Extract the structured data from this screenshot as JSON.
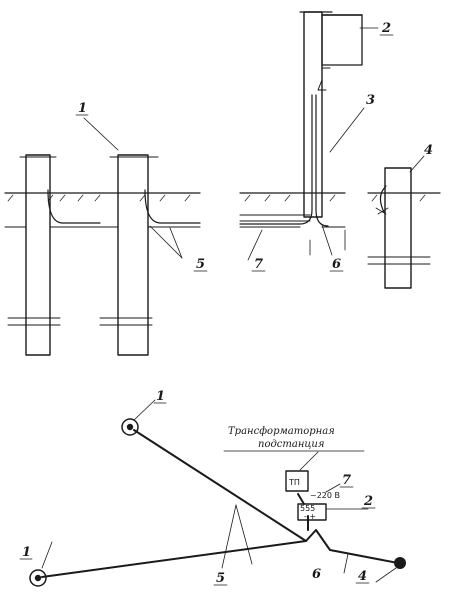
{
  "labels": {
    "l1_top": "1",
    "l2_top": "2",
    "l3_top": "3",
    "l4_top": "4",
    "l5_top": "5",
    "l6_top": "6",
    "l7_top": "7",
    "l1_plan_a": "1",
    "l1_plan_b": "1",
    "l2_plan": "2",
    "l4_plan": "4",
    "l5_plan": "5",
    "l6_plan": "6",
    "l7_plan": "7"
  },
  "plan": {
    "caption_line1": "Трансформаторная",
    "caption_line2": "подстанция",
    "tp_label": "ТП",
    "voltage": "~220 В",
    "polarity": "- +",
    "stud_marks": "555"
  }
}
